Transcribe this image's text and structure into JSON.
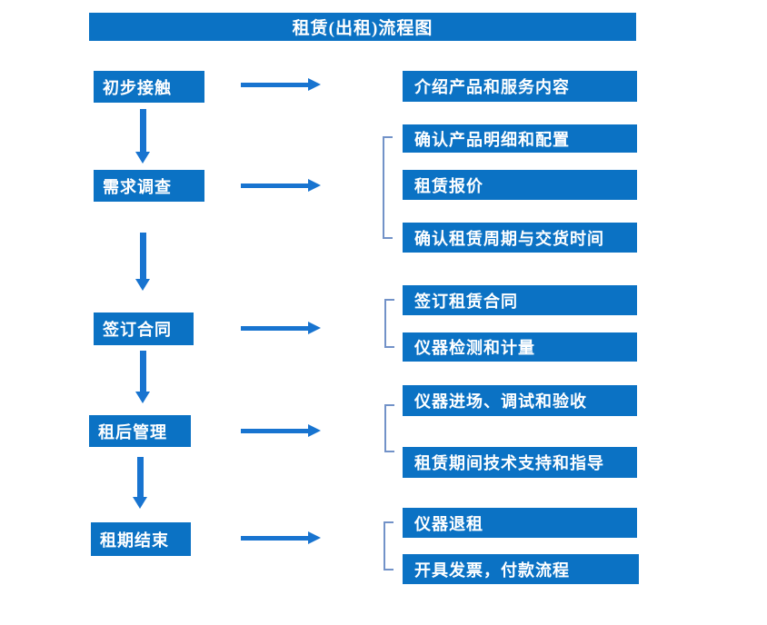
{
  "title": "租赁(出租)流程图",
  "colors": {
    "box_blue": "#0b72c4",
    "arrow_blue": "#1874d0",
    "bracket_blue": "#7292c8",
    "text_white": "#ffffff"
  },
  "flow": {
    "steps": [
      {
        "label": "初步接触",
        "outputs": [
          "介绍产品和服务内容"
        ]
      },
      {
        "label": "需求调查",
        "outputs": [
          "确认产品明细和配置",
          "租赁报价",
          "确认租赁周期与交货时间"
        ]
      },
      {
        "label": "签订合同",
        "outputs": [
          "签订租赁合同",
          "仪器检测和计量"
        ]
      },
      {
        "label": "租后管理",
        "outputs": [
          "仪器进场、调试和验收",
          "租赁期间技术支持和指导"
        ]
      },
      {
        "label": "租期结束",
        "outputs": [
          "仪器退租",
          "开具发票，付款流程"
        ]
      }
    ]
  }
}
